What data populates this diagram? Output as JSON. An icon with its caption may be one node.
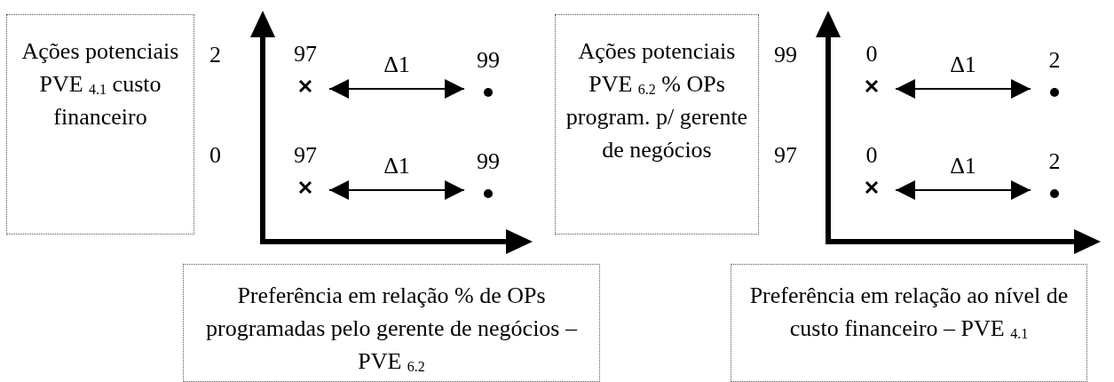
{
  "diagram": {
    "nodes": [
      {
        "text": [
          "Ações potenciais PVE $_{4.1}$ custo financeiro"
        ]
      },
      {
        "text": [],
        "shape": "cross",
        "beside": [
          "97"
        ]
      },
      {
        "text": [],
        "shape": "dot",
        "beside": [
          "99"
        ]
      },
      {
        "text": [],
        "shape": "cross",
        "beside": [
          "97"
        ]
      },
      {
        "text": [],
        "shape": "dot",
        "beside": [
          "99"
        ]
      },
      {
        "text": [
          "Ações potenciais PVE $_{6.2}$ % OPs program. p/ gerente de negócios"
        ]
      },
      {
        "text": [],
        "shape": "cross",
        "beside": [
          "0"
        ]
      },
      {
        "text": [],
        "shape": "dot",
        "beside": [
          "2"
        ]
      },
      {
        "text": [],
        "shape": "cross",
        "beside": [
          "0"
        ]
      },
      {
        "text": [],
        "shape": "dot",
        "beside": [
          "2"
        ]
      },
      {
        "text": [
          "Preferência em relação % de OPs programadas pelo gerente de negócios – PVE $_{6.2}$"
        ]
      },
      {
        "text": [
          "Preferência em relação ao nível de custo financeiro – PVE $_{4.1}$"
        ]
      }
    ],
    "edges": [
      {
        "from": 1,
        "to": 2,
        "arrow": "both",
        "label": "Δ1"
      },
      {
        "from": 3,
        "to": 4,
        "arrow": "both",
        "label": "Δ1"
      },
      {
        "from": 6,
        "to": 7,
        "arrow": "both",
        "label": "Δ1"
      },
      {
        "from": 8,
        "to": 9,
        "arrow": "both",
        "label": "Δ1"
      }
    ],
    "labels": [
      "2",
      "99",
      "0",
      "97"
    ]
  }
}
